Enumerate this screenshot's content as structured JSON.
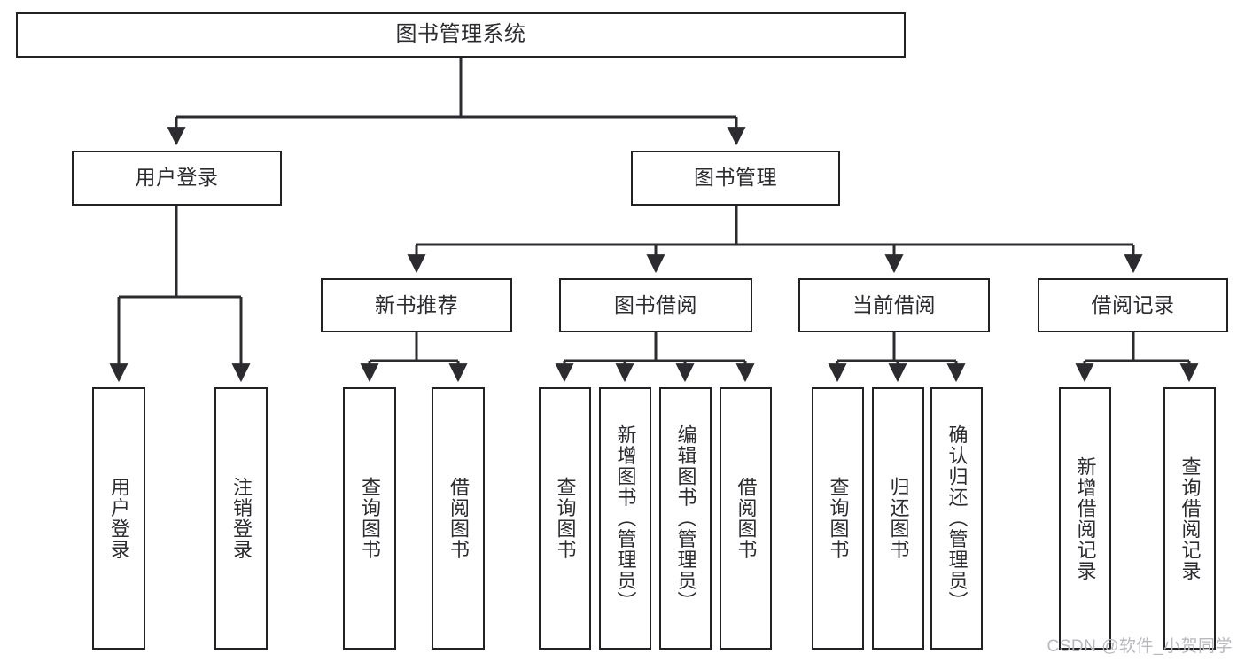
{
  "diagram": {
    "type": "tree",
    "title": "图书管理系统",
    "watermark": "CSDN @软件_小贺同学",
    "colors": {
      "box_border": "#222226",
      "box_fill": "#ffffff",
      "connector": "#2b2b30",
      "text": "#2b2b30",
      "watermark": "#b9b9bd",
      "background": "#ffffff"
    },
    "nodes": {
      "root": {
        "label": "图书管理系统",
        "level": 1
      },
      "n_user_login": {
        "label": "用户登录",
        "level": 2
      },
      "n_book_manage": {
        "label": "图书管理",
        "level": 2
      },
      "n_new_book_rec": {
        "label": "新书推荐",
        "level": 3
      },
      "n_book_borrow": {
        "label": "图书借阅",
        "level": 3
      },
      "n_current_borrow": {
        "label": "当前借阅",
        "level": 3
      },
      "n_borrow_record": {
        "label": "借阅记录",
        "level": 3
      },
      "leaf_user_login": {
        "label": "用户登录",
        "level": 4
      },
      "leaf_logout_login": {
        "label": "注销登录",
        "level": 4
      },
      "leaf_query_book_1": {
        "label": "查询图书",
        "level": 4
      },
      "leaf_borrow_book_1": {
        "label": "借阅图书",
        "level": 4
      },
      "leaf_query_book_2": {
        "label": "查询图书",
        "level": 4
      },
      "leaf_add_book": {
        "label": "新增图书（管理员）",
        "level": 4
      },
      "leaf_edit_book": {
        "label": "编辑图书（管理员）",
        "level": 4
      },
      "leaf_borrow_book_2": {
        "label": "借阅图书",
        "level": 4
      },
      "leaf_query_book_3": {
        "label": "查询图书",
        "level": 4
      },
      "leaf_return_book": {
        "label": "归还图书",
        "level": 4
      },
      "leaf_confirm_return": {
        "label": "确认归还（管理员）",
        "level": 4
      },
      "leaf_add_record": {
        "label": "新增借阅记录",
        "level": 4
      },
      "leaf_query_record": {
        "label": "查询借阅记录",
        "level": 4
      }
    },
    "edges": [
      {
        "from": "root",
        "to": "n_user_login"
      },
      {
        "from": "root",
        "to": "n_book_manage"
      },
      {
        "from": "n_user_login",
        "to": "leaf_user_login"
      },
      {
        "from": "n_user_login",
        "to": "leaf_logout_login"
      },
      {
        "from": "n_book_manage",
        "to": "n_new_book_rec"
      },
      {
        "from": "n_book_manage",
        "to": "n_book_borrow"
      },
      {
        "from": "n_book_manage",
        "to": "n_current_borrow"
      },
      {
        "from": "n_book_manage",
        "to": "n_borrow_record"
      },
      {
        "from": "n_new_book_rec",
        "to": "leaf_query_book_1"
      },
      {
        "from": "n_new_book_rec",
        "to": "leaf_borrow_book_1"
      },
      {
        "from": "n_book_borrow",
        "to": "leaf_query_book_2"
      },
      {
        "from": "n_book_borrow",
        "to": "leaf_add_book"
      },
      {
        "from": "n_book_borrow",
        "to": "leaf_edit_book"
      },
      {
        "from": "n_book_borrow",
        "to": "leaf_borrow_book_2"
      },
      {
        "from": "n_current_borrow",
        "to": "leaf_query_book_3"
      },
      {
        "from": "n_current_borrow",
        "to": "leaf_return_book"
      },
      {
        "from": "n_current_borrow",
        "to": "leaf_confirm_return"
      },
      {
        "from": "n_borrow_record",
        "to": "leaf_add_record"
      },
      {
        "from": "n_borrow_record",
        "to": "leaf_query_record"
      }
    ]
  }
}
